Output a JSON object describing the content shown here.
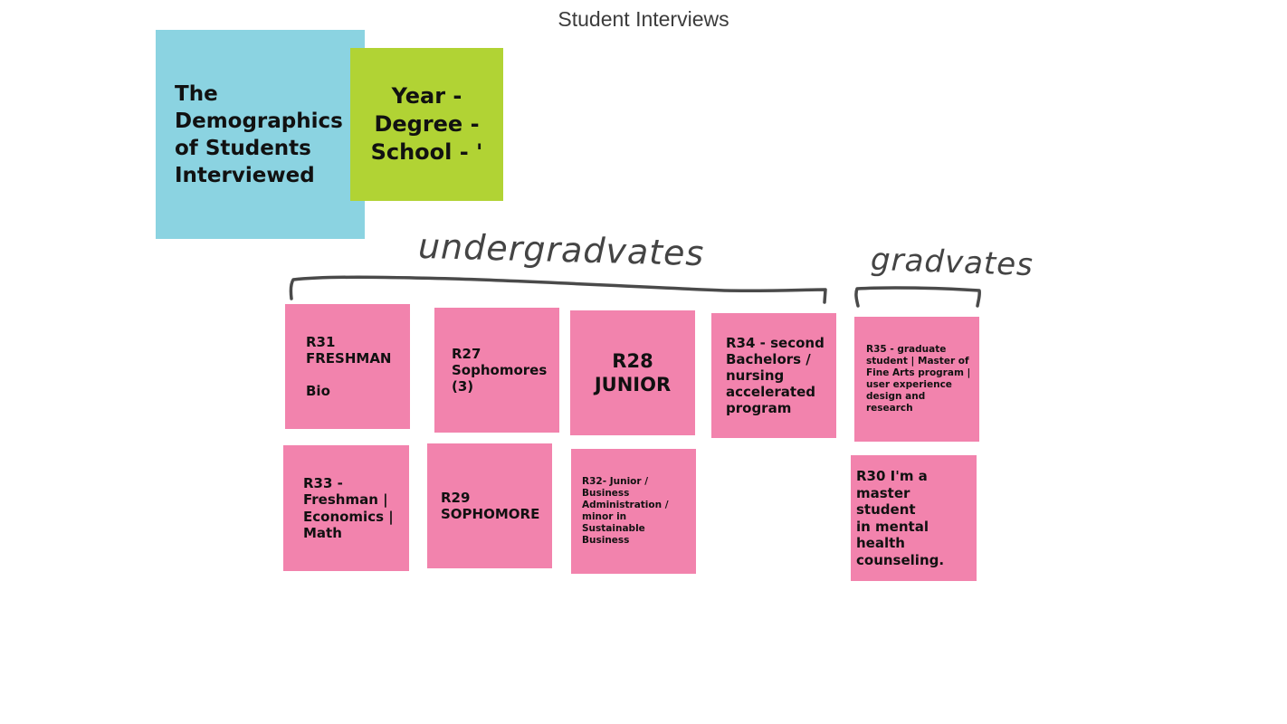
{
  "board": {
    "title": "Student Interviews"
  },
  "header_notes": {
    "demographics": "The\nDemographics\nof Students\nInterviewed",
    "year_degree": "Year -\nDegree -\nSchool - '"
  },
  "groups": {
    "undergraduates_label": "undergradvates",
    "graduates_label": "gradvates"
  },
  "notes": {
    "r31": "R31\nFRESHMAN\n\nBio",
    "r27": "R27\nSophomores\n(3)",
    "r28": "R28\nJUNIOR",
    "r34": "R34 -  second\nBachelors /\nnursing\naccelerated\nprogram",
    "r35": "R35 - graduate\nstudent | Master of\nFine Arts program |\nuser experience\ndesign and research",
    "r33": "R33 -\nFreshman |\nEconomics |\nMath",
    "r29": "R29\nSOPHOMORE",
    "r32": "R32- Junior /\nBusiness\nAdministration /\nminor in Sustainable\nBusiness",
    "r30": "R30 I'm a\nmaster student\nin mental health\ncounseling."
  },
  "colors": {
    "header_blue": "#8bd3e1",
    "header_green": "#b1d334",
    "note_pink": "#f283ad",
    "ink": "#444444"
  }
}
